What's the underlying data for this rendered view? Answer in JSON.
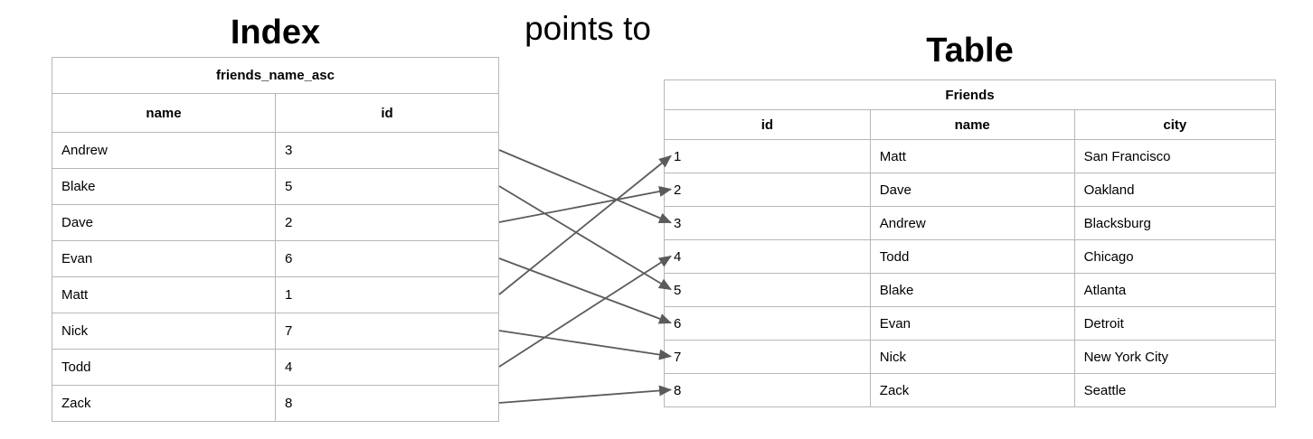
{
  "titles": {
    "index": "Index",
    "points_to": "points to",
    "table": "Table"
  },
  "index_table": {
    "caption": "friends_name_asc",
    "columns": [
      "name",
      "id"
    ],
    "rows": [
      {
        "name": "Andrew",
        "id": "3"
      },
      {
        "name": "Blake",
        "id": "5"
      },
      {
        "name": "Dave",
        "id": "2"
      },
      {
        "name": "Evan",
        "id": "6"
      },
      {
        "name": "Matt",
        "id": "1"
      },
      {
        "name": "Nick",
        "id": "7"
      },
      {
        "name": "Todd",
        "id": "4"
      },
      {
        "name": "Zack",
        "id": "8"
      }
    ]
  },
  "friends_table": {
    "caption": "Friends",
    "columns": [
      "id",
      "name",
      "city"
    ],
    "rows": [
      {
        "id": "1",
        "name": "Matt",
        "city": "San Francisco"
      },
      {
        "id": "2",
        "name": "Dave",
        "city": "Oakland"
      },
      {
        "id": "3",
        "name": "Andrew",
        "city": "Blacksburg"
      },
      {
        "id": "4",
        "name": "Todd",
        "city": "Chicago"
      },
      {
        "id": "5",
        "name": "Blake",
        "city": "Atlanta"
      },
      {
        "id": "6",
        "name": "Evan",
        "city": "Detroit"
      },
      {
        "id": "7",
        "name": "Nick",
        "city": "New York City"
      },
      {
        "id": "8",
        "name": "Zack",
        "city": "Seattle"
      }
    ]
  },
  "arrows": {
    "mapping": [
      {
        "from_name": "Andrew",
        "to_id": "3"
      },
      {
        "from_name": "Blake",
        "to_id": "5"
      },
      {
        "from_name": "Dave",
        "to_id": "2"
      },
      {
        "from_name": "Evan",
        "to_id": "6"
      },
      {
        "from_name": "Matt",
        "to_id": "1"
      },
      {
        "from_name": "Nick",
        "to_id": "7"
      },
      {
        "from_name": "Todd",
        "to_id": "4"
      },
      {
        "from_name": "Zack",
        "to_id": "8"
      }
    ]
  },
  "colors": {
    "background": "#ffffff",
    "table_border": "#b7b7b7",
    "text": "#000000",
    "arrow": "#5b5b5b"
  }
}
